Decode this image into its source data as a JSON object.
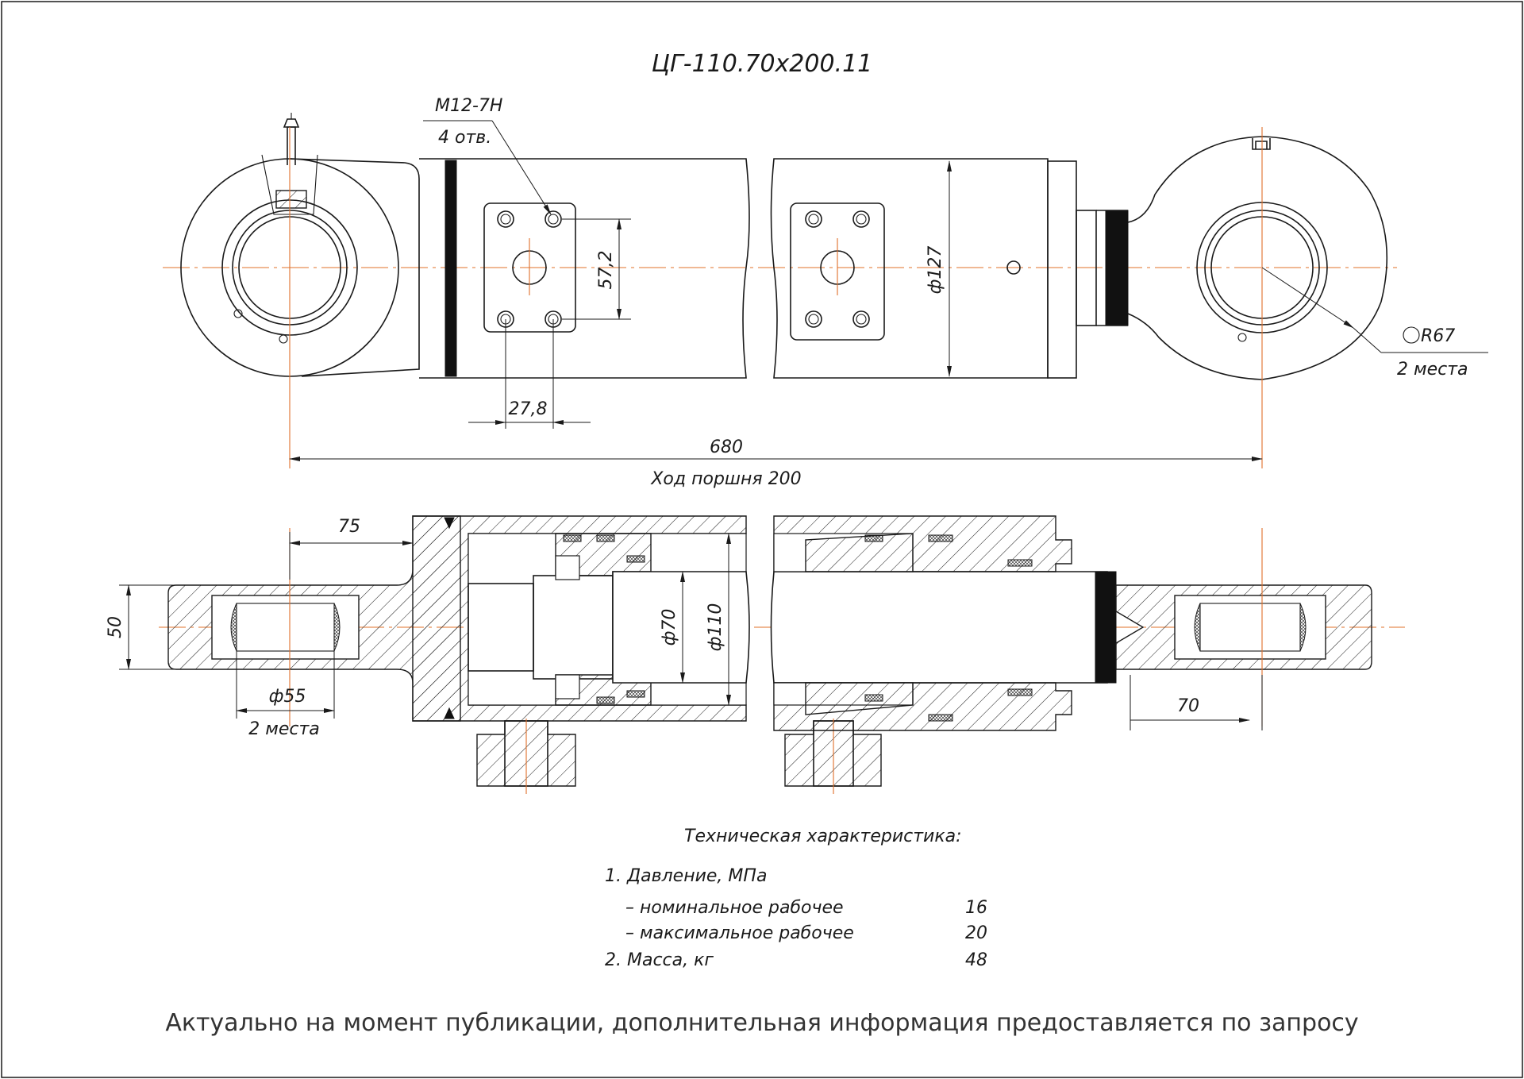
{
  "drawing": {
    "title": "ЦГ-110.70х200.11",
    "dimensions": {
      "thread_label": "М12-7Н",
      "thread_count": "4 отв.",
      "port_vertical": "57,2",
      "port_horizontal": "27,8",
      "tube_diameter": "ф127",
      "radius": "R67",
      "radius_places": "2 места",
      "total_length": "680",
      "stroke": "Ход поршня 200",
      "eye_offset": "75",
      "eye_width": "50",
      "pin_diameter": "ф55",
      "pin_places": "2 места",
      "rod_diameter": "ф70",
      "bore_diameter": "ф110",
      "rod_eye_offset": "70"
    }
  },
  "specs": {
    "heading": "Техническая характеристика:",
    "items": [
      {
        "label": "1. Давление, МПа",
        "value": ""
      },
      {
        "label": "– номинальное рабочее",
        "value": "16"
      },
      {
        "label": "– максимальное рабочее",
        "value": "20"
      },
      {
        "label": "2. Масса, кг",
        "value": "48"
      }
    ]
  },
  "footer": {
    "note": "Актуально на момент публикации, дополнительная информация предоставляется по запросу"
  }
}
